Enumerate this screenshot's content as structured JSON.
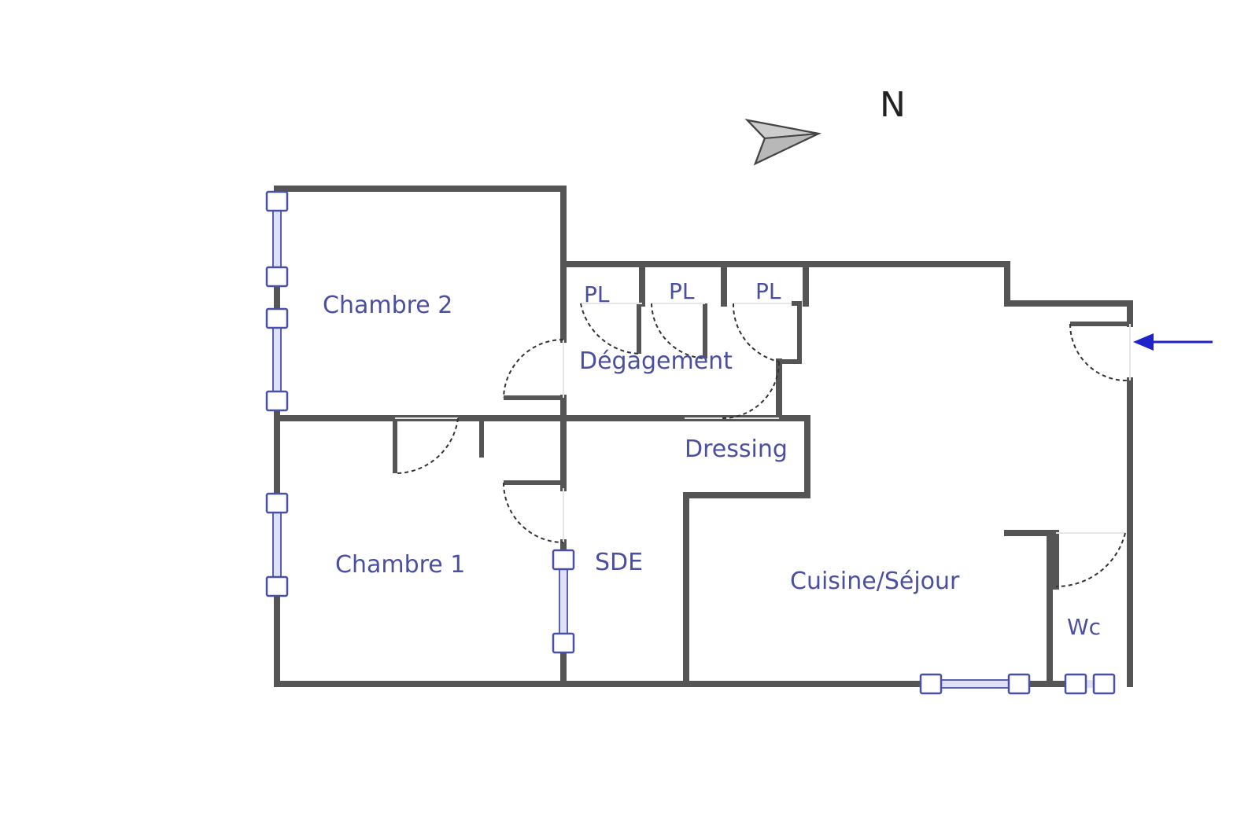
{
  "compass": {
    "label": "N",
    "icon": "north-arrow-icon"
  },
  "rooms": {
    "chambre2": "Chambre 2",
    "chambre1": "Chambre 1",
    "degagement": "Dégagement",
    "dressing": "Dressing",
    "sde": "SDE",
    "cuisine_sejour": "Cuisine/Séjour",
    "wc": "Wc",
    "placards": [
      "PL",
      "PL",
      "PL"
    ]
  },
  "entrance": {
    "icon": "entrance-arrow-icon"
  },
  "colors": {
    "walls": "#555555",
    "labels": "#4b4fa0",
    "windows": "#4a4fa8",
    "entrance_arrow": "#1e22c8"
  }
}
